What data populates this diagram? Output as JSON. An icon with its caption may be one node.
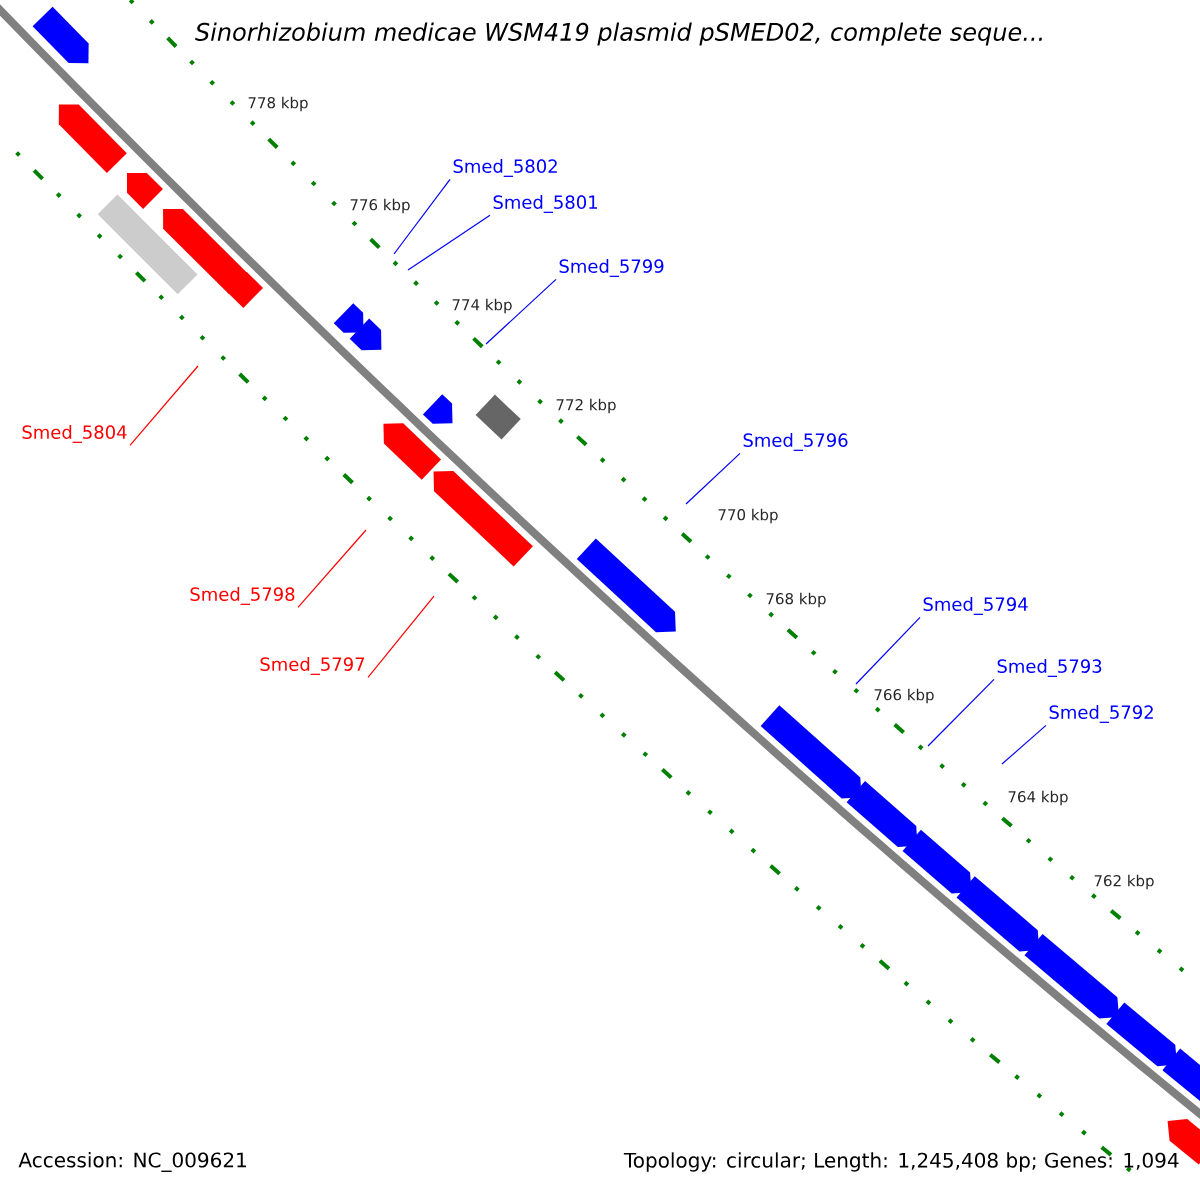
{
  "diagram": {
    "title": "Sinorhizobium medicae WSM419 plasmid pSMED02, complete seque...",
    "nodes": [
      {
        "text": [
          "Smed_5802"
        ]
      },
      {
        "text": [
          "Smed_5801"
        ]
      },
      {
        "text": [
          "Smed_5799"
        ]
      },
      {
        "text": [
          "Smed_5804"
        ]
      },
      {
        "text": [
          "Smed_5796"
        ]
      },
      {
        "text": [
          "Smed_5798"
        ]
      },
      {
        "text": [
          "Smed_5794"
        ]
      },
      {
        "text": [
          "Smed_5797"
        ]
      },
      {
        "text": [
          "Smed_5793"
        ]
      },
      {
        "text": [
          "Smed_5792"
        ]
      }
    ],
    "edges": [
      {
        "from": 0,
        "to": null,
        "arrow": "none"
      },
      {
        "from": 1,
        "to": null,
        "arrow": "none"
      },
      {
        "from": 2,
        "to": null,
        "arrow": "none"
      },
      {
        "from": 3,
        "to": null,
        "arrow": "none",
        "color": "#ff0000"
      },
      {
        "from": 4,
        "to": null,
        "arrow": "none"
      },
      {
        "from": 5,
        "to": null,
        "arrow": "none",
        "color": "#ff0000"
      },
      {
        "from": 6,
        "to": null,
        "arrow": "none"
      },
      {
        "from": 7,
        "to": null,
        "arrow": "none",
        "color": "#ff0000"
      },
      {
        "from": 8,
        "to": null,
        "arrow": "none"
      },
      {
        "from": 9,
        "to": null,
        "arrow": "none"
      }
    ],
    "labels": [
      "778 kbp",
      "776 kbp",
      "774 kbp",
      "772 kbp",
      "770 kbp",
      "768 kbp",
      "766 kbp",
      "764 kbp",
      "762 kbp",
      "Accession: NC_009621",
      "Topology: circular; Length: 1,245,408 bp; Genes: 1,094"
    ]
  }
}
